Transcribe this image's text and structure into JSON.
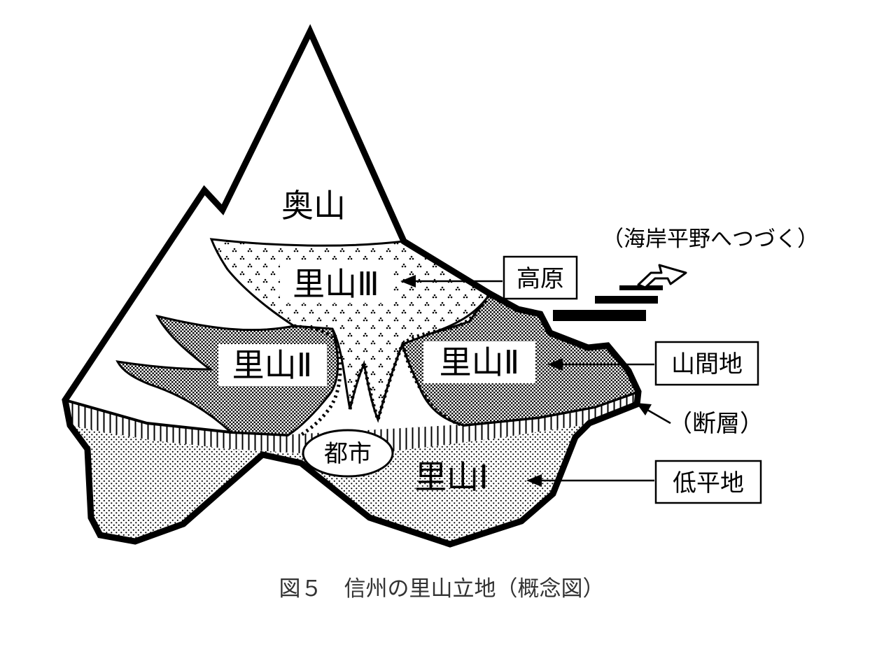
{
  "labels": {
    "okuyama": "奥山",
    "satoyama_3": "里山Ⅲ",
    "satoyama_2_left": "里山Ⅱ",
    "satoyama_2_right": "里山Ⅱ",
    "satoyama_1": "里山Ⅰ",
    "city": "都市",
    "kougen": "高原",
    "sankanchi": "山間地",
    "danso": "（断層）",
    "teiheichi": "低平地",
    "coast_note": "（海岸平野へつづく）"
  },
  "caption": "図５　信州の里山立地（概念図）"
}
